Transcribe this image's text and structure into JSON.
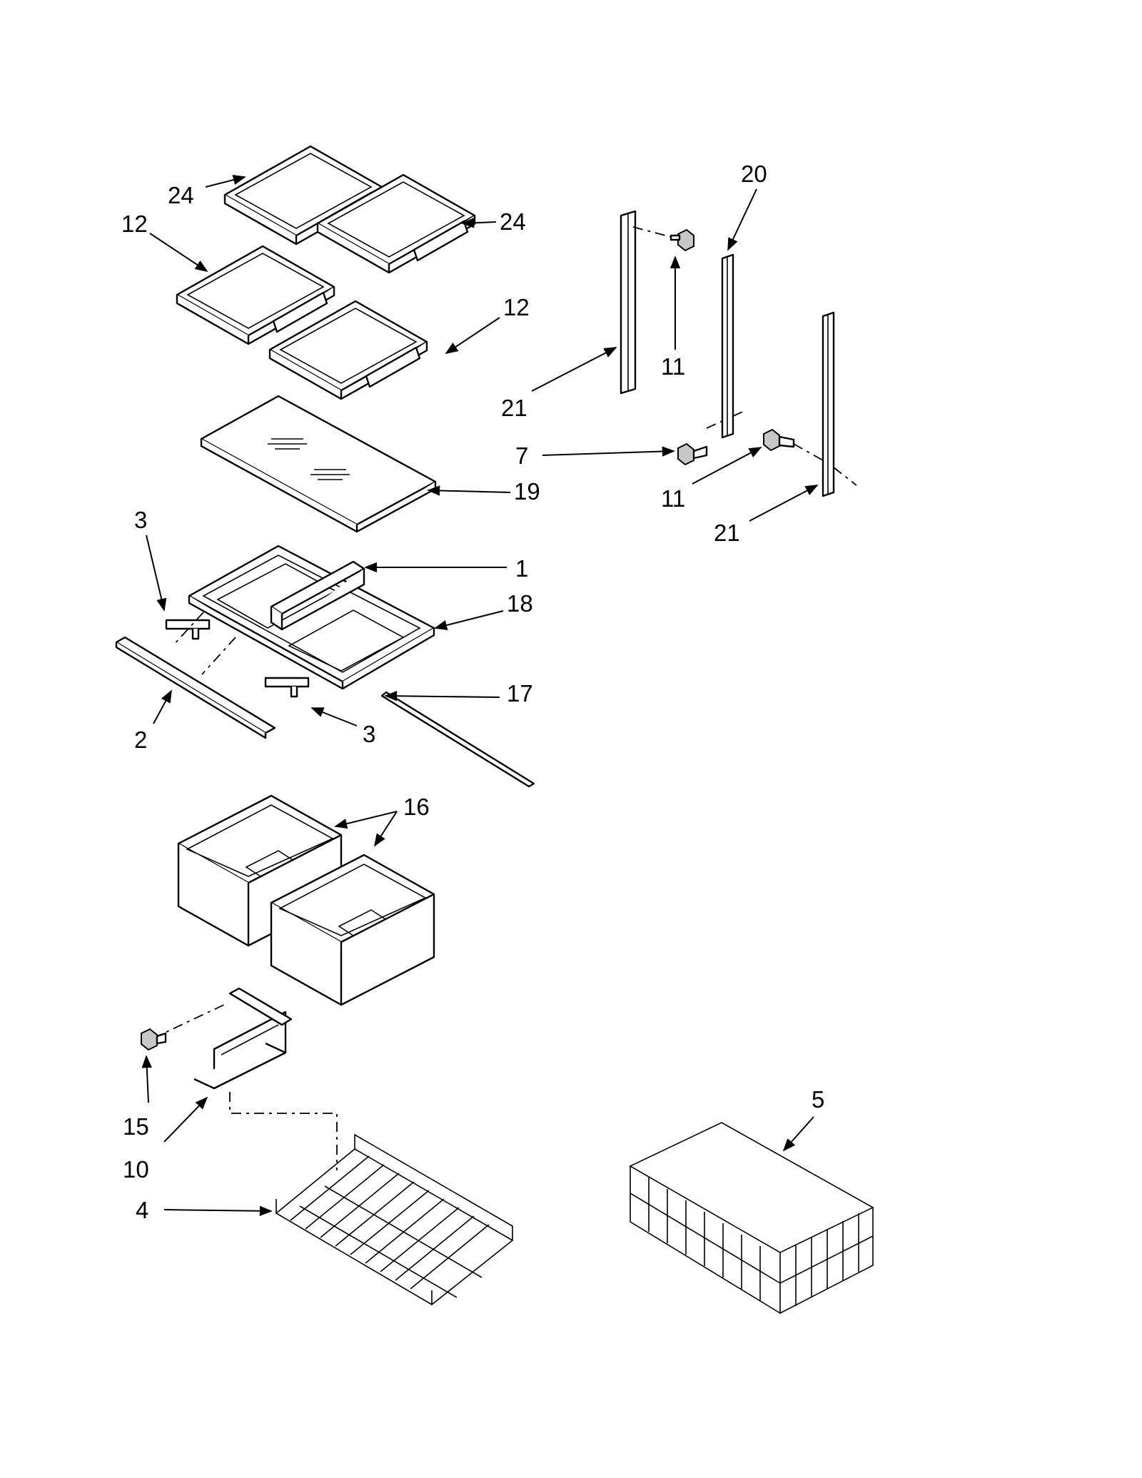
{
  "callouts": {
    "c24a": "24",
    "c24b": "24",
    "c12a": "12",
    "c12b": "12",
    "c20": "20",
    "c11a": "11",
    "c21a": "21",
    "c7": "7",
    "c11b": "11",
    "c21b": "21",
    "c19": "19",
    "c3a": "3",
    "c1": "1",
    "c18": "18",
    "c17": "17",
    "c2": "2",
    "c3b": "3",
    "c16": "16",
    "c5": "5",
    "c15": "15",
    "c10": "10",
    "c4": "4"
  },
  "colors": {
    "line": "#000000",
    "background": "#ffffff",
    "shading": "#c8c8c8"
  }
}
